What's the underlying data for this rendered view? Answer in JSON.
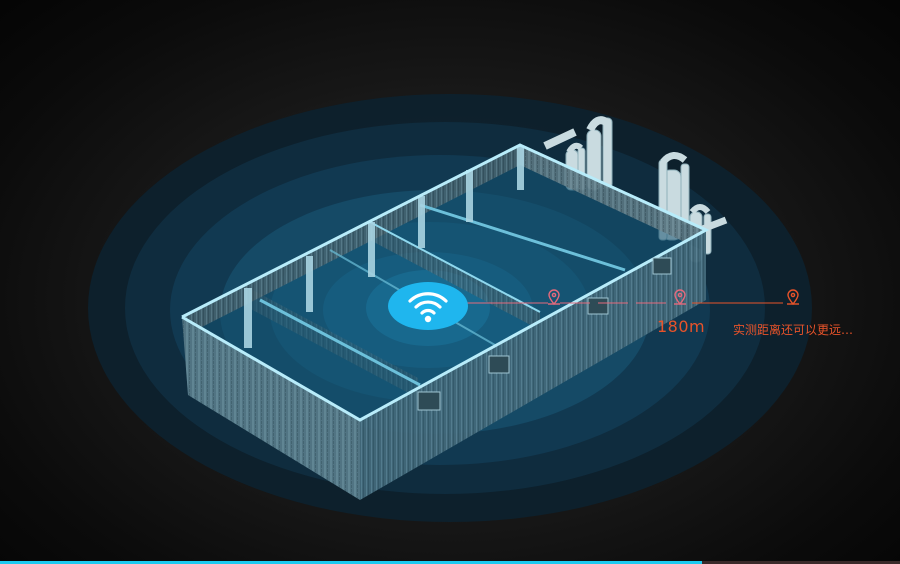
{
  "scene": {
    "description": "Isometric building with wireless signal coverage rings",
    "colors": {
      "background": "#111111",
      "ring_outer": "#0d2a3a",
      "ring_mid": "#12415a",
      "ring_inner": "#1a6d92",
      "wifi_badge": "#1fb6ee",
      "accent_line": "#e46a7c",
      "label": "#e8532a",
      "progress": "#1ccaf0"
    }
  },
  "signal": {
    "icon": "wifi-icon",
    "markers": [
      {
        "icon": "location-pin-icon",
        "label": ""
      },
      {
        "icon": "location-pin-icon",
        "label": "180m"
      },
      {
        "icon": "location-pin-icon",
        "label": "实测距离还可以更远…"
      }
    ],
    "distance_label": "180m",
    "note_label": "实测距离还可以更远…"
  },
  "progress": {
    "percent": 78
  }
}
